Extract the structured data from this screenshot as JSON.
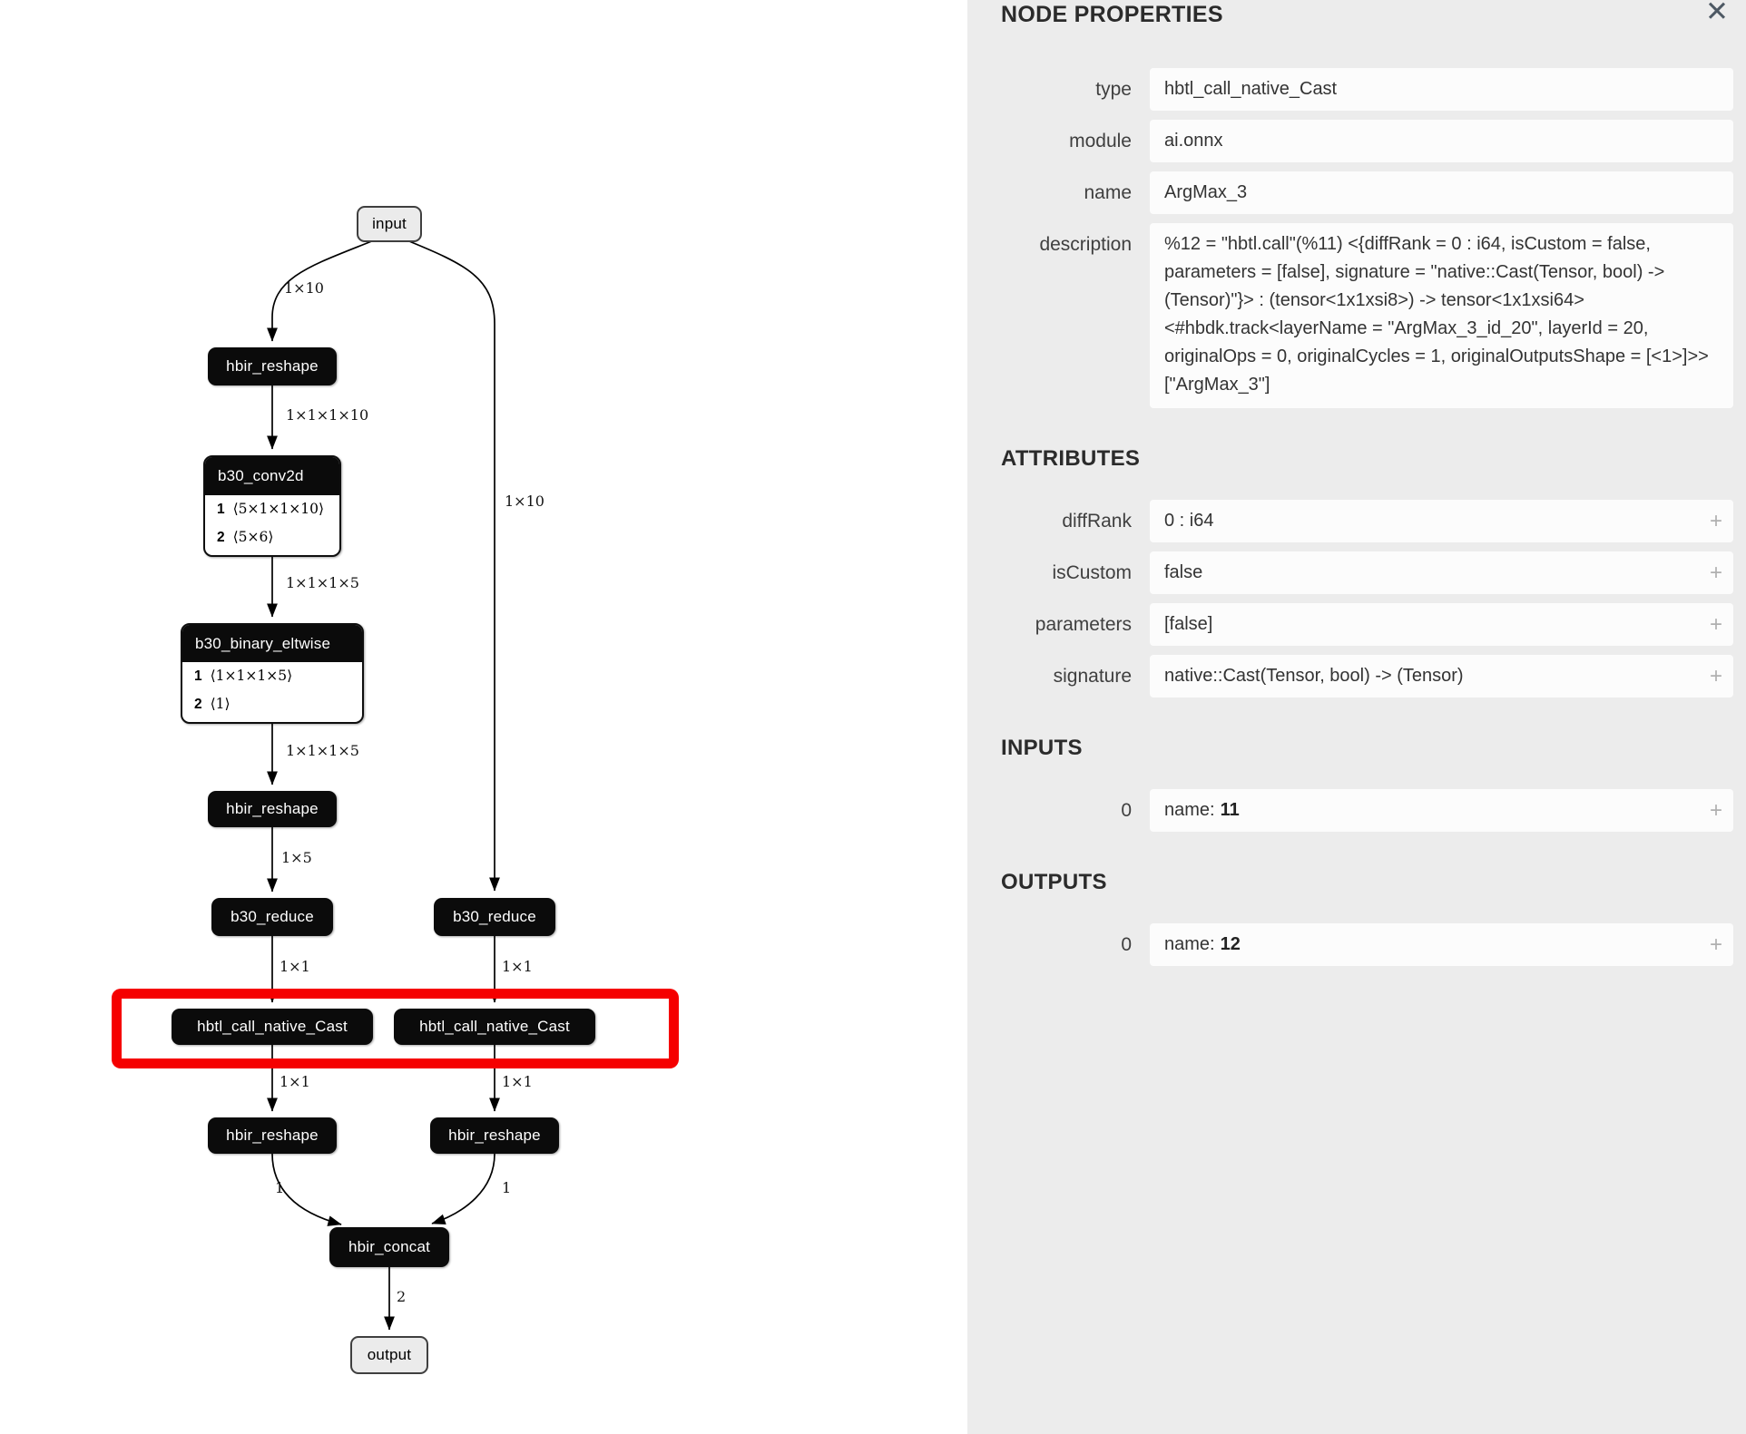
{
  "colors": {
    "highlight_box": "#f50000",
    "node_fill": "#0b0b0b",
    "panel_background": "#ececec"
  },
  "graph": {
    "nodes": {
      "input": "input",
      "reshape1": "hbir_reshape",
      "conv2d": {
        "title": "b30_conv2d",
        "rows": [
          {
            "index": "1",
            "shape": "⟨5×1×1×10⟩"
          },
          {
            "index": "2",
            "shape": "⟨5×6⟩"
          }
        ]
      },
      "eltwise": {
        "title": "b30_binary_eltwise",
        "rows": [
          {
            "index": "1",
            "shape": "⟨1×1×1×5⟩"
          },
          {
            "index": "2",
            "shape": "⟨1⟩"
          }
        ]
      },
      "reshape2": "hbir_reshape",
      "reduce_left": "b30_reduce",
      "reduce_right": "b30_reduce",
      "cast_left": "hbtl_call_native_Cast",
      "cast_right": "hbtl_call_native_Cast",
      "reshape3": "hbir_reshape",
      "reshape4": "hbir_reshape",
      "concat": "hbir_concat",
      "output": "output"
    },
    "edge_labels": {
      "input_to_reshape1": "1×10",
      "input_to_reduce_right": "1×10",
      "reshape1_to_conv2d": "1×1×1×10",
      "conv2d_to_eltwise": "1×1×1×5",
      "eltwise_to_reshape2": "1×1×1×5",
      "reshape2_to_reduce_left": "1×5",
      "reduce_left_to_cast_left": "1×1",
      "reduce_right_to_cast_right": "1×1",
      "cast_left_to_reshape3": "1×1",
      "cast_right_to_reshape4": "1×1",
      "reshape3_to_concat": "1",
      "reshape4_to_concat": "1",
      "concat_to_output": "2"
    }
  },
  "panel": {
    "title": "NODE PROPERTIES",
    "close_icon": "✕",
    "plus_icon": "+",
    "properties": [
      {
        "label": "type",
        "value": "hbtl_call_native_Cast"
      },
      {
        "label": "module",
        "value": "ai.onnx"
      },
      {
        "label": "name",
        "value": "ArgMax_3"
      },
      {
        "label": "description",
        "value": "%12 = \"hbtl.call\"(%11) <{diffRank = 0 : i64, isCustom = false, parameters = [false], signature = \"native::Cast(Tensor, bool) -> (Tensor)\"}> : (tensor<1x1xsi8>) -> tensor<1x1xsi64> <#hbdk.track<layerName = \"ArgMax_3_id_20\", layerId = 20, originalOps = 0, originalCycles = 1, originalOutputsShape = [<1>]>>[\"ArgMax_3\"]"
      }
    ],
    "attributes_title": "ATTRIBUTES",
    "attributes": [
      {
        "label": "diffRank",
        "value": "0 : i64"
      },
      {
        "label": "isCustom",
        "value": "false"
      },
      {
        "label": "parameters",
        "value": "[false]"
      },
      {
        "label": "signature",
        "value": "native::Cast(Tensor, bool) -> (Tensor)"
      }
    ],
    "inputs_title": "INPUTS",
    "inputs": [
      {
        "index": "0",
        "name_label": "name:",
        "value": "11"
      }
    ],
    "outputs_title": "OUTPUTS",
    "outputs": [
      {
        "index": "0",
        "name_label": "name:",
        "value": "12"
      }
    ]
  }
}
